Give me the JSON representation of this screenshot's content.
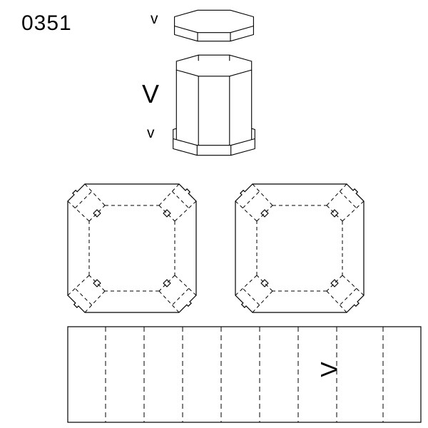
{
  "title": "0351",
  "colors": {
    "background": "#ffffff",
    "line": "#000000"
  },
  "marks": {
    "lid": "v",
    "body": "V",
    "base": "v",
    "strip": "V"
  },
  "drawing": {
    "views": {
      "lid_3d": "octagonal-lid-3d-view",
      "body_3d": "octagonal-body-with-base-tray-3d-view",
      "end_panel_left": "octagonal-end-panel-blank",
      "end_panel_right": "octagonal-end-panel-blank",
      "strip": "side-wall-strip-blank"
    },
    "end_panels": {
      "count": 2,
      "corner_lock_slots": 4
    },
    "strip": {
      "fold_line_count": 8
    }
  }
}
